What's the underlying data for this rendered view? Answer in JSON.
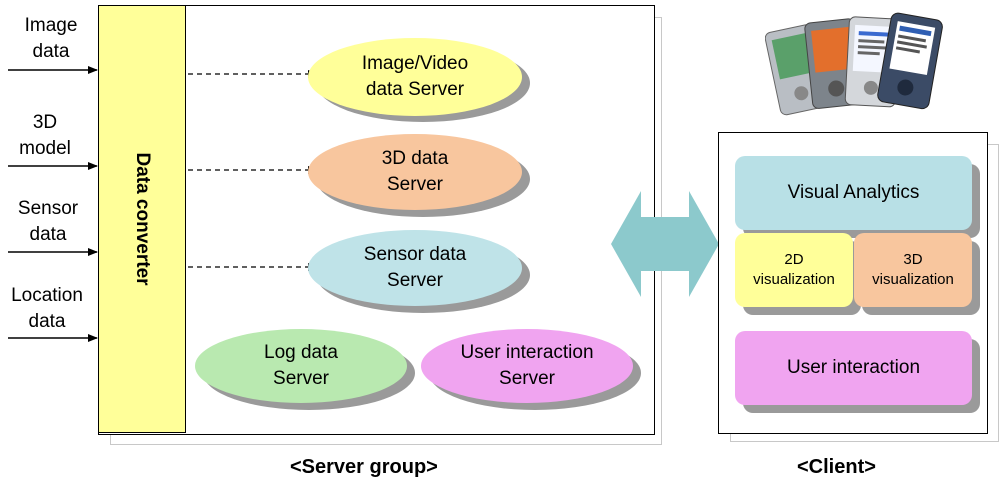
{
  "inputs": [
    {
      "label": "Image\ndata"
    },
    {
      "label": "3D\nmodel"
    },
    {
      "label": "Sensor\ndata"
    },
    {
      "label": "Location\ndata"
    }
  ],
  "converter": {
    "label": "Data converter",
    "color": "#ffff99"
  },
  "servers": [
    {
      "label": "Image/Video\ndata Server",
      "color": "#ffff99"
    },
    {
      "label": "3D data\nServer",
      "color": "#f8c69e"
    },
    {
      "label": "Sensor data\nServer",
      "color": "#bfe3e8"
    },
    {
      "label": "Log data\nServer",
      "color": "#b9e9b0"
    },
    {
      "label": "User interaction\nServer",
      "color": "#f0a4f0"
    }
  ],
  "server_group_caption": "<Server group>",
  "client": {
    "caption": "<Client>",
    "visual_analytics": {
      "label": "Visual Analytics",
      "color": "#b8e0e6"
    },
    "viz_2d": {
      "label": "2D\nvisualization",
      "color": "#ffff99"
    },
    "viz_3d": {
      "label": "3D\nvisualization",
      "color": "#f8c69e"
    },
    "user_interaction": {
      "label": "User interaction",
      "color": "#f0a4f0"
    }
  },
  "arrow_color": "#8cc9cc"
}
